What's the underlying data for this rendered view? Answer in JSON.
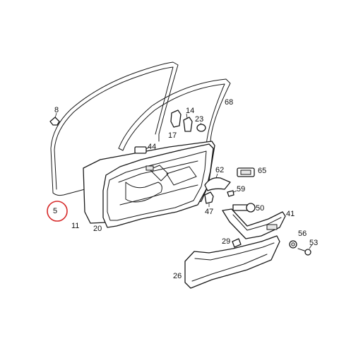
{
  "diagram": {
    "callouts": [
      {
        "id": "5",
        "label": "5"
      },
      {
        "id": "8",
        "label": "8"
      },
      {
        "id": "11",
        "label": "11"
      },
      {
        "id": "14",
        "label": "14"
      },
      {
        "id": "17",
        "label": "17"
      },
      {
        "id": "20",
        "label": "20"
      },
      {
        "id": "23",
        "label": "23"
      },
      {
        "id": "26",
        "label": "26"
      },
      {
        "id": "29",
        "label": "29"
      },
      {
        "id": "41",
        "label": "41"
      },
      {
        "id": "44",
        "label": "44"
      },
      {
        "id": "47",
        "label": "47"
      },
      {
        "id": "50",
        "label": "50"
      },
      {
        "id": "53",
        "label": "53"
      },
      {
        "id": "56",
        "label": "56"
      },
      {
        "id": "59",
        "label": "59"
      },
      {
        "id": "62",
        "label": "62"
      },
      {
        "id": "65",
        "label": "65"
      },
      {
        "id": "68",
        "label": "68"
      }
    ],
    "highlighted_part": "5",
    "highlight_color": "#d62828",
    "line_color": "#1a1a1a",
    "background": "#ffffff"
  }
}
